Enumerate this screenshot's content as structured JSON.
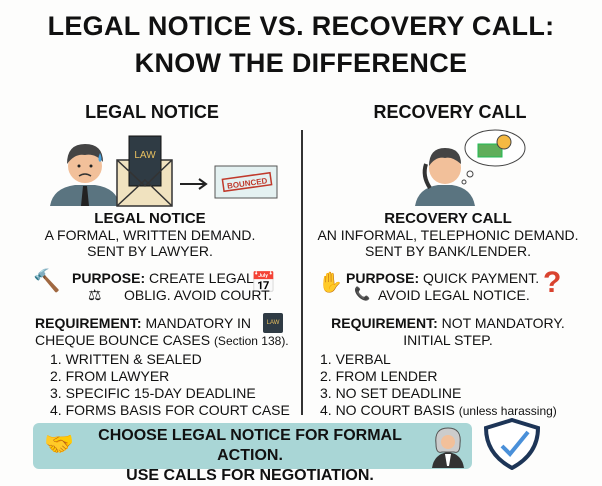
{
  "title": {
    "line1": "LEGAL NOTICE VS. RECOVERY CALL:",
    "line2": "KNOW THE DIFFERENCE"
  },
  "left": {
    "heading": "LEGAL NOTICE",
    "book_label": "LAW",
    "cheque_stamp": "BOUNCED",
    "subtitle": "LEGAL NOTICE",
    "desc1": "A FORMAL, WRITTEN DEMAND.",
    "desc2": "SENT BY LAWYER.",
    "purpose_label": "PURPOSE:",
    "purpose1": "CREATE LEGAL",
    "purpose2": "OBLIG. AVOID COURT.",
    "req_label": "REQUIREMENT:",
    "req1": "MANDATORY IN",
    "req2": "CHEQUE BOUNCE CASES",
    "req2_note": "(Section 138).",
    "small_book_label": "LAW",
    "items": [
      "1. WRITTEN & SEALED",
      "2. FROM LAWYER",
      "3. SPECIFIC 15-DAY DEADLINE",
      "4. FORMS BASIS FOR COURT CASE"
    ]
  },
  "right": {
    "heading": "RECOVERY CALL",
    "subtitle": "RECOVERY CALL",
    "desc1": "AN INFORMAL, TELEPHONIC DEMAND.",
    "desc2": "SENT BY BANK/LENDER.",
    "purpose_label": "PURPOSE:",
    "purpose1": "QUICK PAYMENT.",
    "purpose2": "AVOID LEGAL NOTICE.",
    "req_label": "REQUIREMENT:",
    "req1": "NOT MANDATORY.",
    "req2": "INITIAL STEP.",
    "items": [
      "1. VERBAL",
      "2. FROM LENDER",
      "3. NO SET DEADLINE",
      "4. NO COURT BASIS"
    ],
    "item4_note": "(unless harassing)"
  },
  "banner": {
    "line1": "CHOOSE LEGAL NOTICE FOR FORMAL ACTION.",
    "line2": "USE CALLS FOR NEGOTIATION."
  },
  "colors": {
    "banner": "#a9d6d6",
    "divider": "#333333",
    "stamp": "#c0392b",
    "question": "#d9432f",
    "phone": "#3aa655"
  }
}
